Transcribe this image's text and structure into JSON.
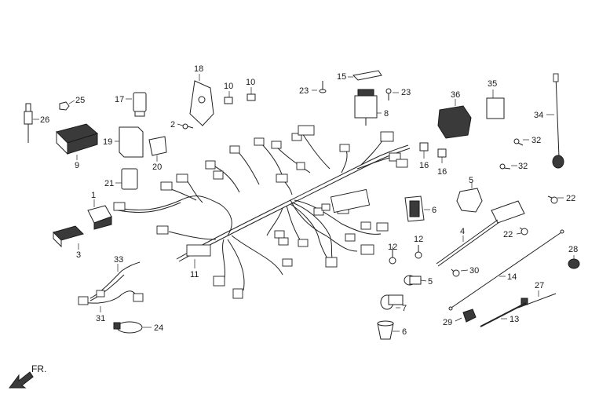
{
  "callouts": {
    "c1": "1",
    "c2": "2",
    "c3": "3",
    "c4": "4",
    "c5a": "5",
    "c5b": "5",
    "c6a": "6",
    "c6b": "6",
    "c7": "7",
    "c8": "8",
    "c9": "9",
    "c10a": "10",
    "c10b": "10",
    "c11": "11",
    "c12a": "12",
    "c12b": "12",
    "c13": "13",
    "c14": "14",
    "c15": "15",
    "c16a": "16",
    "c16b": "16",
    "c17": "17",
    "c18": "18",
    "c19": "19",
    "c20": "20",
    "c21": "21",
    "c22a": "22",
    "c22b": "22",
    "c23a": "23",
    "c23b": "23",
    "c24": "24",
    "c25": "25",
    "c26": "26",
    "c27": "27",
    "c28": "28",
    "c29": "29",
    "c30": "30",
    "c31": "31",
    "c32a": "32",
    "c32b": "32",
    "c33": "33",
    "c34": "34",
    "c35": "35",
    "c36": "36"
  },
  "front_indicator": {
    "label": "FR.",
    "icon": "front-arrow-icon"
  },
  "colors": {
    "line": "#222222",
    "fill": "#ffffff",
    "dark_fill": "#3a3a3a"
  }
}
